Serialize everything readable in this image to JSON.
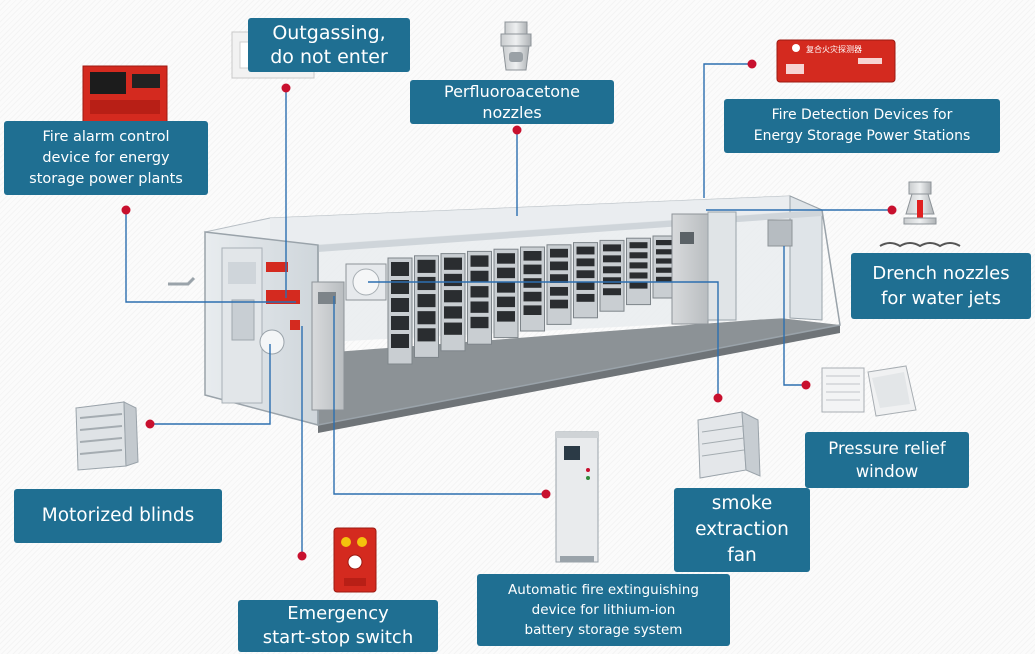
{
  "labels": {
    "outgassing": "Outgassing,\ndo not enter",
    "perfluoroacetone": "Perfluoroacetone\nnozzles",
    "fire_detection": "Fire Detection Devices for\nEnergy Storage Power Stations",
    "fire_alarm": "Fire alarm control\ndevice for energy\nstorage power plants",
    "drench": "Drench nozzles\nfor water jets",
    "pressure_relief": "Pressure relief\nwindow",
    "smoke_fan": "smoke\nextraction\nfan",
    "motorized_blinds": "Motorized blinds",
    "auto_extinguishing": "Automatic fire extinguishing\ndevice for lithium-ion\nbattery storage system",
    "emergency_switch": "Emergency\nstart-stop switch"
  },
  "device_text": {
    "detector_title": "复合火灾探测器"
  },
  "colors": {
    "label_bg": "#1f6f92",
    "leader_line": "#2c6fb0",
    "dot": "#c8102e",
    "device_red": "#d42a1f"
  }
}
